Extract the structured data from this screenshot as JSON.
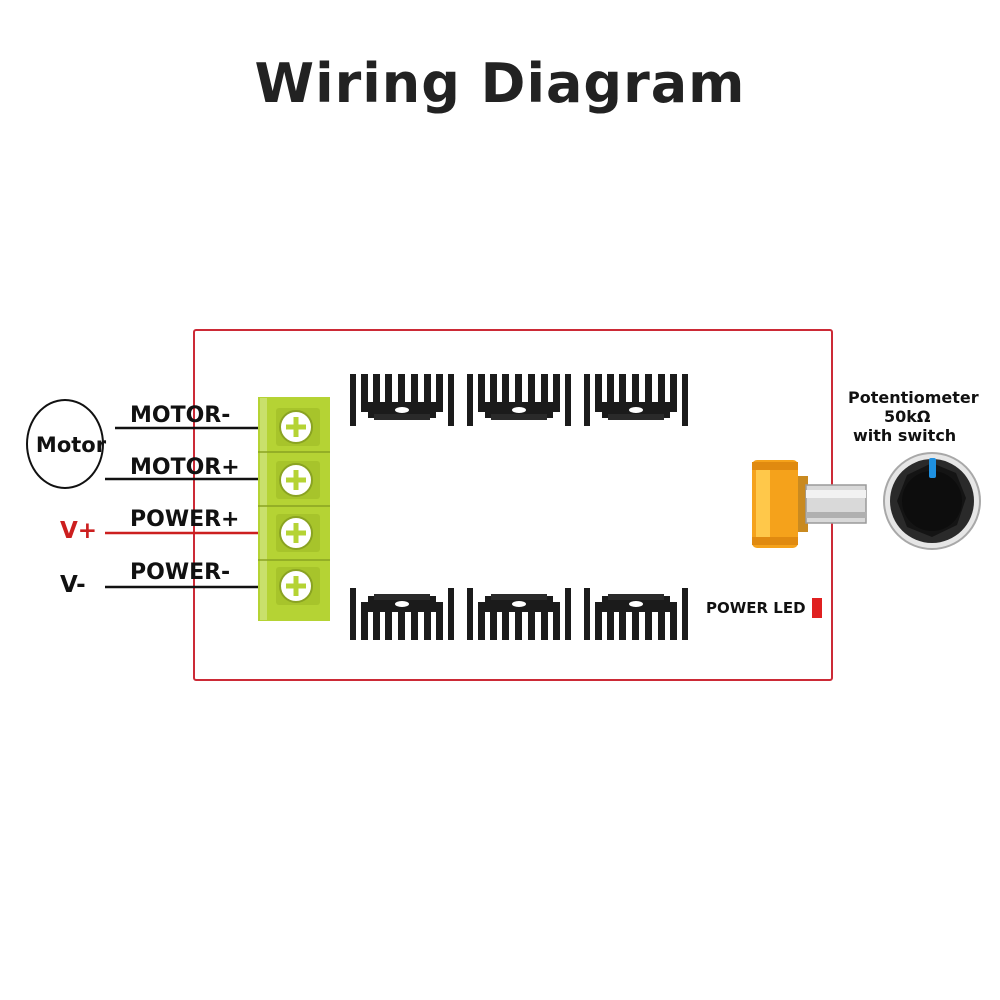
{
  "title": "Wiring Diagram",
  "motor": {
    "label": "Motor"
  },
  "terminals": [
    {
      "id": "motor-minus",
      "label": "MOTOR-"
    },
    {
      "id": "motor-plus",
      "label": "MOTOR+"
    },
    {
      "id": "power-plus",
      "label": "POWER+",
      "supply_label": "V+"
    },
    {
      "id": "power-minus",
      "label": "POWER-",
      "supply_label": "V-"
    }
  ],
  "potentiometer": {
    "line1": "Potentiometer",
    "line2": "50kΩ",
    "line3": "with switch"
  },
  "power_led": {
    "label": "POWER  LED"
  },
  "colors": {
    "board_border": "#cc2a36",
    "terminal_block": "#b5d334",
    "positive_wire": "#cc1f1f",
    "negative_wire": "#111111",
    "heatsink": "#1b1b1b",
    "knob_indicator": "#1e90e0",
    "led": "#e02020",
    "potentiometer_body": "#f5a21b"
  }
}
